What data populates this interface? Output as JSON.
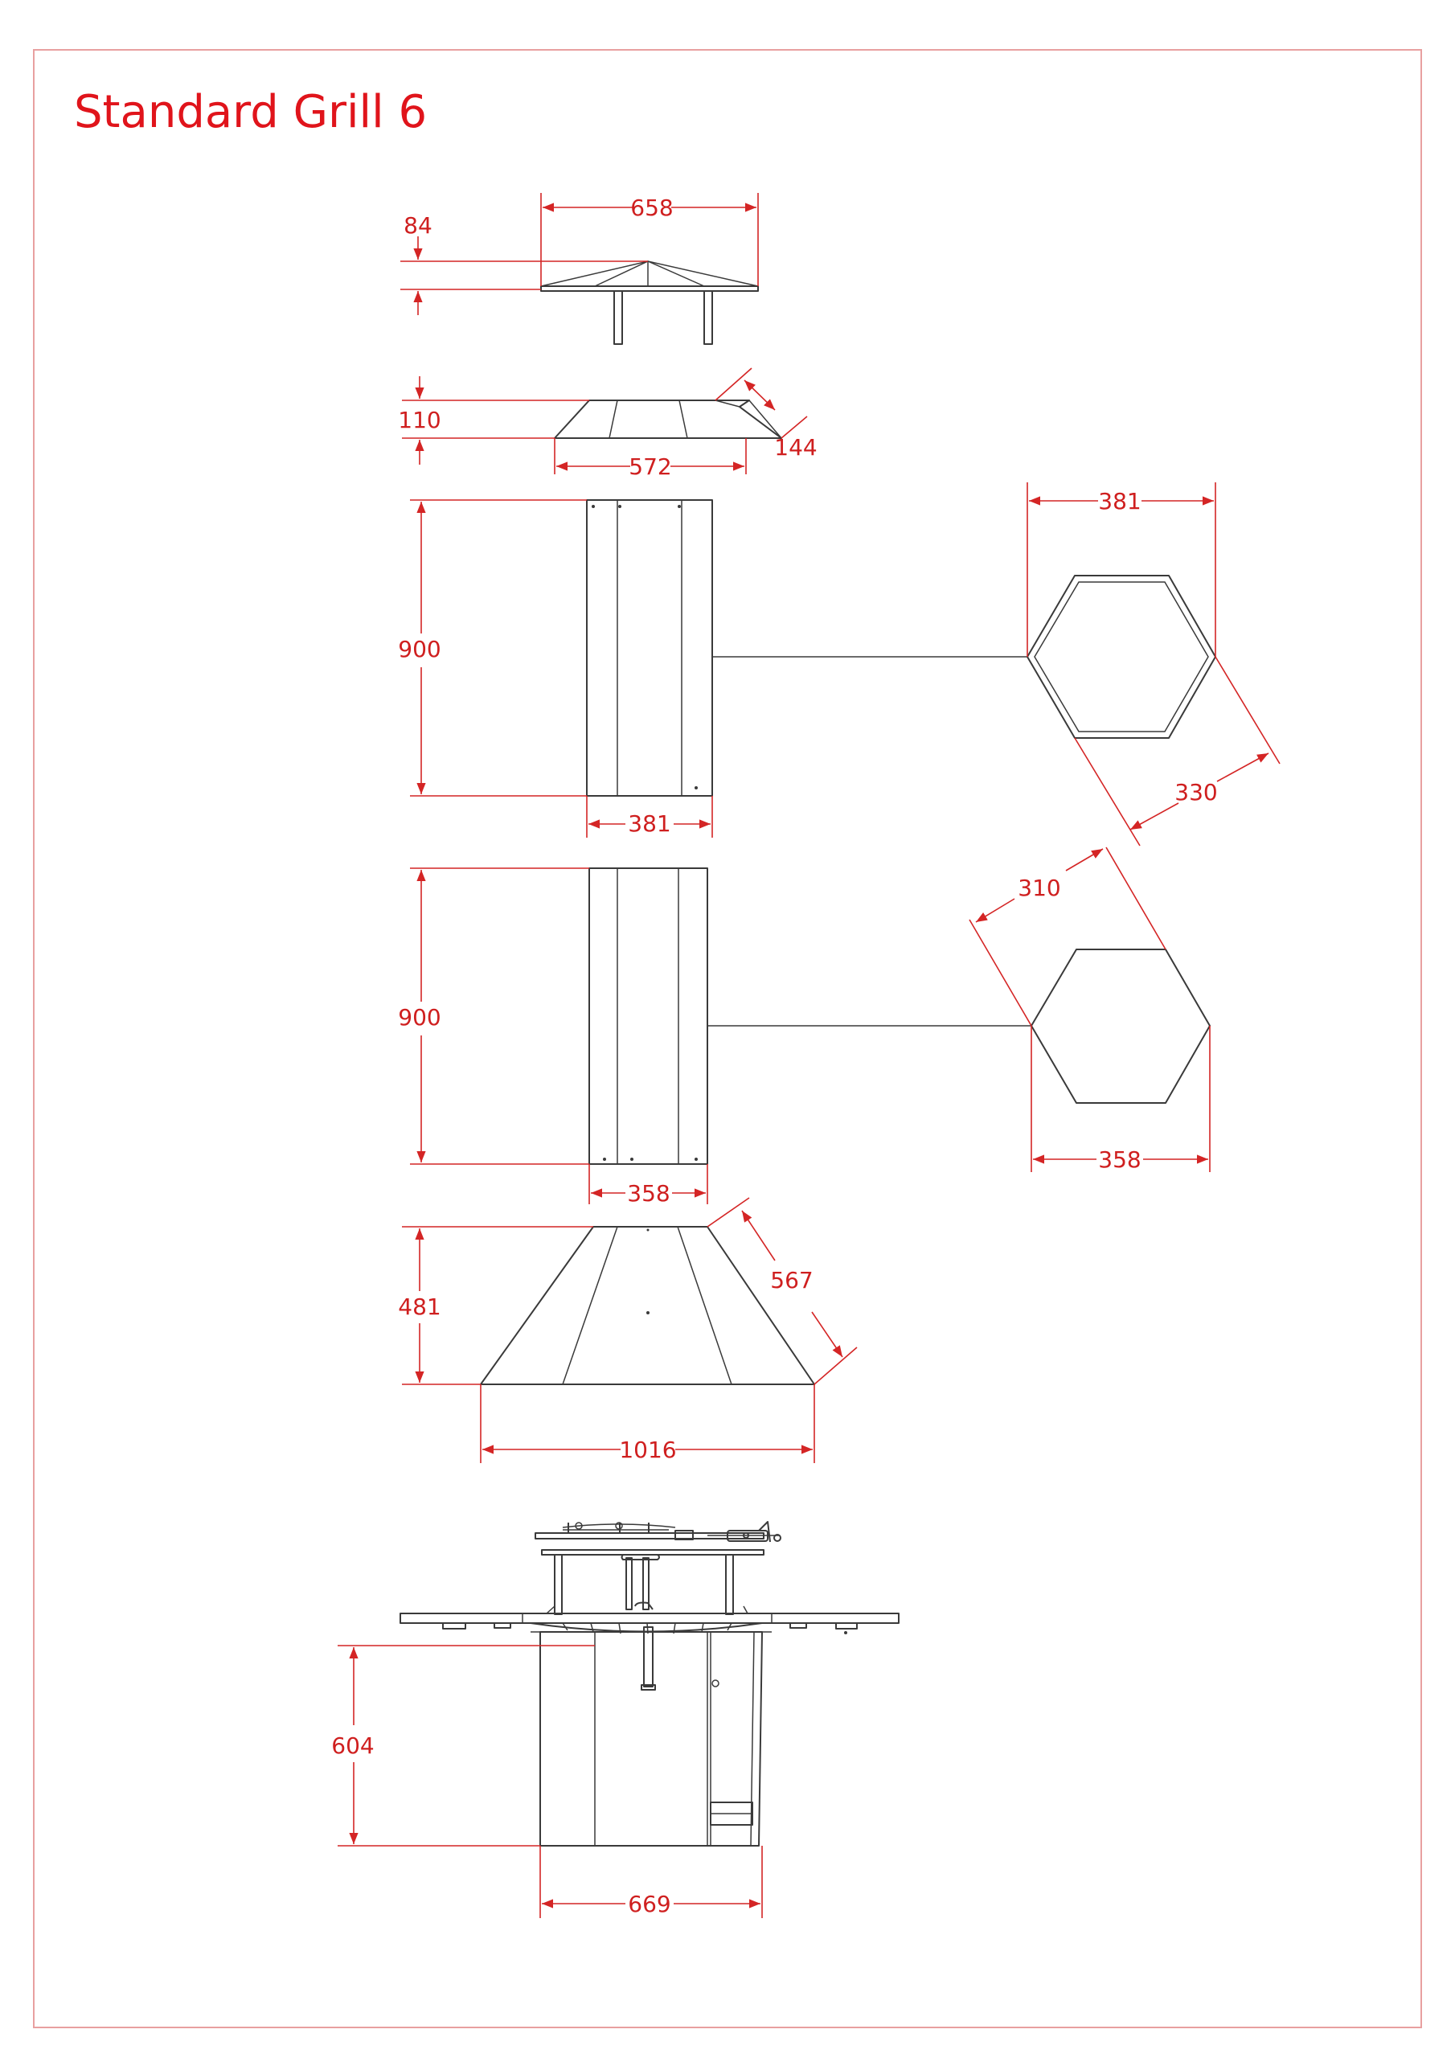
{
  "title": "Standard Grill 6",
  "colors": {
    "dimension": "#d42525",
    "title": "#e0141b",
    "frame": "#e8a0a0",
    "outline": "#3a3a3a"
  },
  "dimensions": {
    "lid_width": "658",
    "lid_height": "84",
    "cap_height": "110",
    "cap_slant": "144",
    "cap_width": "572",
    "column1_height": "900",
    "column1_width": "381",
    "hex1_width": "381",
    "hex1_side": "330",
    "column2_height": "900",
    "column2_width": "358",
    "hex2_side": "310",
    "hex2_width": "358",
    "hood_height": "481",
    "hood_slant": "567",
    "hood_width": "1016",
    "base_height": "604",
    "base_width": "669"
  }
}
